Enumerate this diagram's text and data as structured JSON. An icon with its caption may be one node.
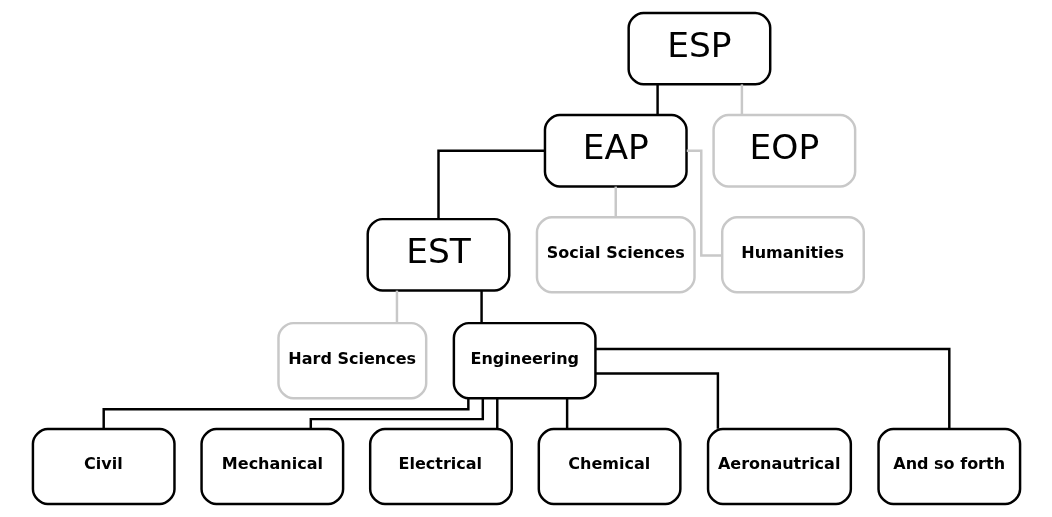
{
  "diagram": {
    "nodes": [
      {
        "text": [
          "ESP"
        ]
      },
      {
        "text": [
          "EAP"
        ]
      },
      {
        "text": [
          "EOP"
        ]
      },
      {
        "text": [
          "EST"
        ]
      },
      {
        "text": [
          "Social Sciences"
        ]
      },
      {
        "text": [
          "Humanities"
        ]
      },
      {
        "text": [
          "Hard Sciences"
        ]
      },
      {
        "text": [
          "Engineering"
        ]
      },
      {
        "text": [
          "Civil"
        ]
      },
      {
        "text": [
          "Mechanical"
        ]
      },
      {
        "text": [
          "Electrical"
        ]
      },
      {
        "text": [
          "Chemical"
        ]
      },
      {
        "text": [
          "Aeronautrical"
        ]
      },
      {
        "text": [
          "And so forth"
        ]
      }
    ],
    "edges": [
      {
        "from": 0,
        "to": 1,
        "arrow": "none"
      },
      {
        "from": 0,
        "to": 2,
        "arrow": "none",
        "color": "#c8c8c8"
      },
      {
        "from": 1,
        "to": 3,
        "arrow": "none"
      },
      {
        "from": 1,
        "to": 4,
        "arrow": "none",
        "color": "#c8c8c8"
      },
      {
        "from": 1,
        "to": 5,
        "arrow": "none",
        "color": "#c8c8c8"
      },
      {
        "from": 3,
        "to": 6,
        "arrow": "none",
        "color": "#c8c8c8"
      },
      {
        "from": 3,
        "to": 7,
        "arrow": "none"
      },
      {
        "from": 7,
        "to": 8,
        "arrow": "none"
      },
      {
        "from": 7,
        "to": 9,
        "arrow": "none"
      },
      {
        "from": 7,
        "to": 10,
        "arrow": "none"
      },
      {
        "from": 7,
        "to": 11,
        "arrow": "none"
      },
      {
        "from": 7,
        "to": 12,
        "arrow": "none"
      },
      {
        "from": 7,
        "to": 13,
        "arrow": "none"
      }
    ]
  }
}
